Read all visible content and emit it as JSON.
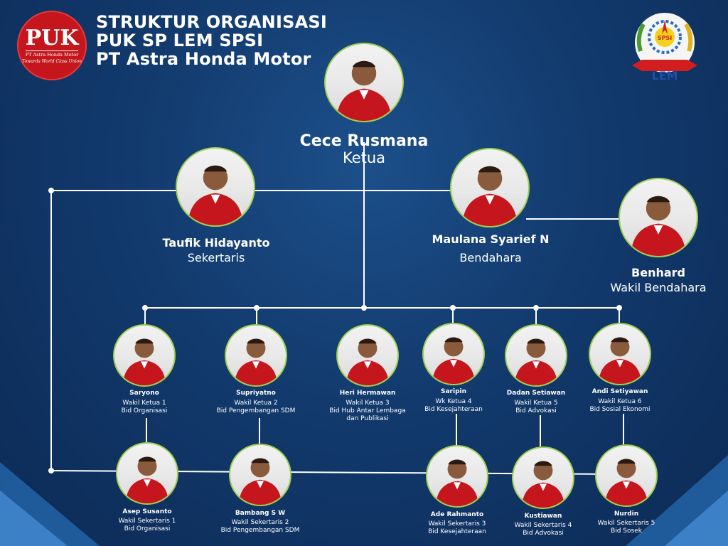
{
  "header": {
    "title_line1": "STRUKTUR ORGANISASI",
    "title_line2": "PUK SP LEM SPSI",
    "title_line3": "PT Astra Honda Motor"
  },
  "logo_left": {
    "big": "PUK",
    "small": "PT Astra Honda Motor",
    "tagline": "Towards World Class Union"
  },
  "logo_right": {
    "text_top": "SPSI",
    "text_bottom": "LEM"
  },
  "colors": {
    "background": "#123a6d",
    "photo_border": "#9fce4e",
    "jacket": "#c4161c",
    "line": "#ffffff"
  },
  "chair": {
    "name": "Cece Rusmana",
    "role": "Ketua"
  },
  "secretary": {
    "name": "Taufik Hidayanto",
    "role": "Sekertaris"
  },
  "treasurer": {
    "name": "Maulana Syarief N",
    "role": "Bendahara"
  },
  "vice_treasurer": {
    "name": "Benhard",
    "role": "Wakil Bendahara"
  },
  "vice_chairs": [
    {
      "name": "Saryono",
      "role": "Wakil Ketua 1",
      "field": "Bid Organisasi",
      "field2": ""
    },
    {
      "name": "Supriyatno",
      "role": "Wakil Ketua 2",
      "field": "Bid Pengembangan SDM",
      "field2": ""
    },
    {
      "name": "Heri Hermawan",
      "role": "Wakil Ketua 3",
      "field": "Bid Hub Antar Lembaga",
      "field2": "dan Publikasi"
    },
    {
      "name": "Saripin",
      "role": "Wk Ketua 4",
      "field": "Bid Kesejahteraan",
      "field2": ""
    },
    {
      "name": "Dadan Setiawan",
      "role": "Wakil Ketua 5",
      "field": "Bid Advokasi",
      "field2": ""
    },
    {
      "name": "Andi Setiyawan",
      "role": "Wakil Ketua 6",
      "field": "Bid Sosial Ekonomi",
      "field2": ""
    }
  ],
  "vice_secretaries": [
    {
      "name": "Asep Susanto",
      "role": "Wakil Sekertaris 1",
      "field": "Bid Organisasi"
    },
    {
      "name": "Bambang S W",
      "role": "Wakil Sekertaris 2",
      "field": "Bid Pengembangan SDM"
    },
    {
      "name": "Ade Rahmanto",
      "role": "Wakil Sekertaris 3",
      "field": "Bid Kesejahteraan"
    },
    {
      "name": "Kustiawan",
      "role": "Wakil Sekertaris 4",
      "field": "Bid Advokasi"
    },
    {
      "name": "Nurdin",
      "role": "Wakil Sekertaris 5",
      "field": "Bid Sosek"
    }
  ]
}
